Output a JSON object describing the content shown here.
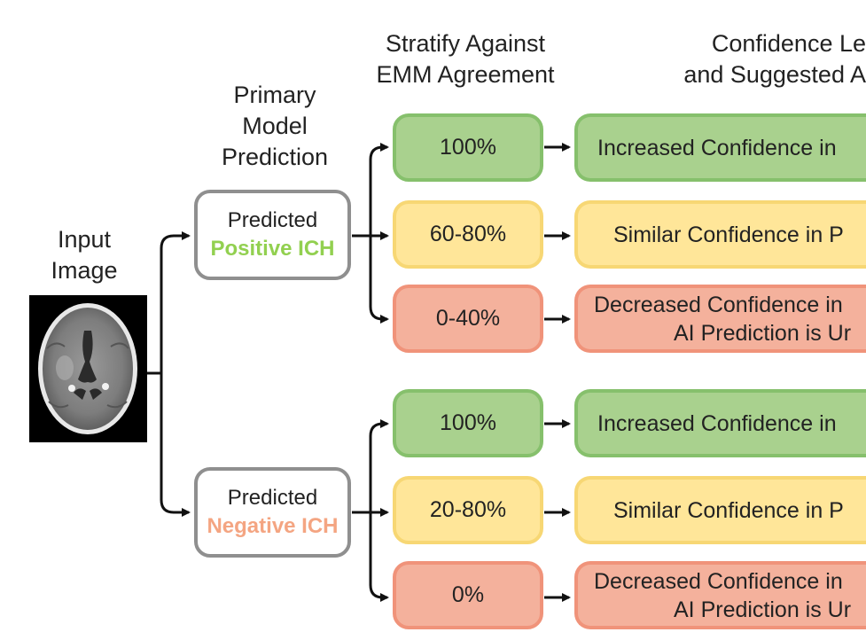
{
  "headers": {
    "input": [
      "Input",
      "Image"
    ],
    "primary": [
      "Primary",
      "Model",
      "Prediction"
    ],
    "stratify": [
      "Stratify Against",
      "EMM Agreement"
    ],
    "confidence": [
      "Confidence Le",
      "and Suggested A"
    ]
  },
  "predictions": {
    "positive": {
      "top": "Predicted",
      "label": "Positive ICH",
      "color": "#92d050"
    },
    "negative": {
      "top": "Predicted",
      "label": "Negative ICH",
      "color": "#f4a582"
    }
  },
  "positive_branch": [
    {
      "pct": "100%",
      "conf": [
        "Increased Confidence in"
      ]
    },
    {
      "pct": "60-80%",
      "conf": [
        "Similar Confidence in P"
      ]
    },
    {
      "pct": "0-40%",
      "conf": [
        "Decreased Confidence in",
        "AI Prediction is Ur"
      ]
    }
  ],
  "negative_branch": [
    {
      "pct": "100%",
      "conf": [
        "Increased Confidence in"
      ]
    },
    {
      "pct": "20-80%",
      "conf": [
        "Similar Confidence in P"
      ]
    },
    {
      "pct": "0%",
      "conf": [
        "Decreased Confidence in",
        "AI Prediction is Ur"
      ]
    }
  ]
}
